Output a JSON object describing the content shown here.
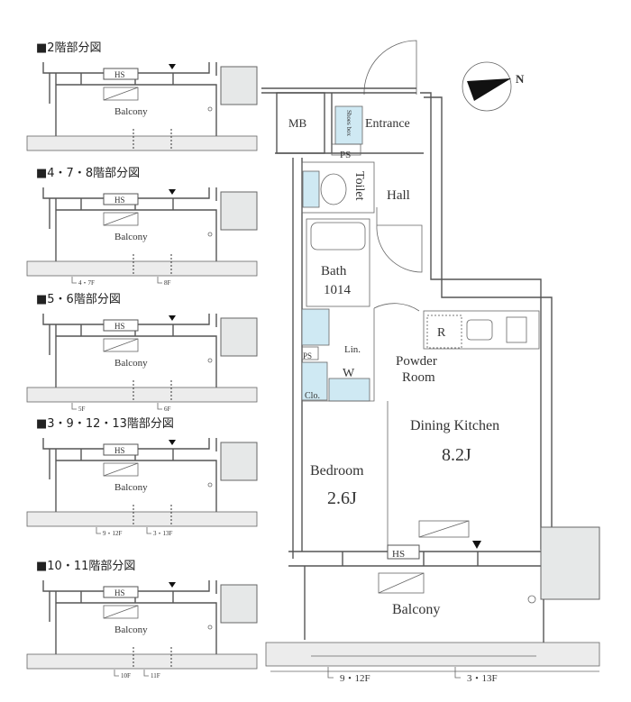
{
  "variants": [
    {
      "title": "■2階部分図",
      "balcony": "Balcony",
      "hs": "HS",
      "floor_labels": []
    },
    {
      "title": "■4・7・8階部分図",
      "balcony": "Balcony",
      "hs": "HS",
      "floor_labels": [
        "4・7F",
        "8F"
      ]
    },
    {
      "title": "■5・6階部分図",
      "balcony": "Balcony",
      "hs": "HS",
      "floor_labels": [
        "5F",
        "6F"
      ]
    },
    {
      "title": "■3・9・12・13階部分図",
      "balcony": "Balcony",
      "hs": "HS",
      "floor_labels": [
        "9・12F",
        "3・13F"
      ]
    },
    {
      "title": "■10・11階部分図",
      "balcony": "Balcony",
      "hs": "HS",
      "floor_labels": [
        "10F",
        "11F"
      ]
    }
  ],
  "plan": {
    "compass": "N",
    "rooms": {
      "mb": "MB",
      "shoes_box": "Shoes box",
      "entrance": "Entrance",
      "ps_top": "PS",
      "toilet": "Toilet",
      "hall": "Hall",
      "bath": "Bath",
      "bath_size": "1014",
      "refrigerator": "R",
      "ps_mid": "PS",
      "linen": "Lin.",
      "washer": "W",
      "powder_1": "Powder",
      "powder_2": "Room",
      "closet": "Clo.",
      "dining_kitchen": "Dining Kitchen",
      "dk_size": "8.2J",
      "bedroom": "Bedroom",
      "bedroom_size": "2.6J",
      "hs": "HS",
      "balcony": "Balcony"
    },
    "floor_labels": [
      "9・12F",
      "3・13F"
    ]
  }
}
